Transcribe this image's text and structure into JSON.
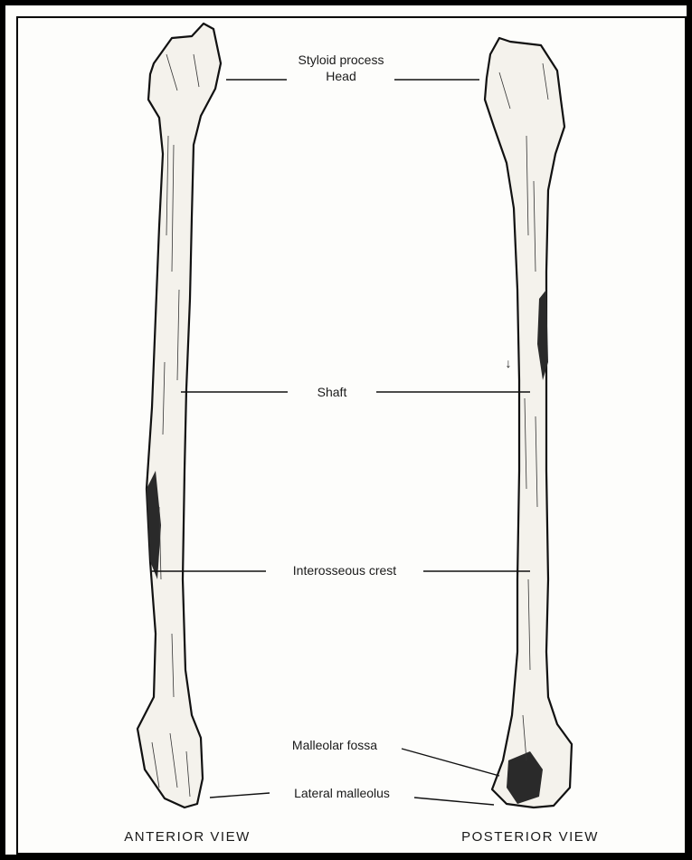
{
  "labels": {
    "styloid_process": "Styloid process",
    "head": "Head",
    "shaft": "Shaft",
    "interosseous_crest": "Interosseous crest",
    "malleolar_fossa": "Malleolar fossa",
    "lateral_malleolus": "Lateral malleolus"
  },
  "views": {
    "anterior": "ANTERIOR VIEW",
    "posterior": "POSTERIOR VIEW"
  },
  "arrow_glyph": "↓"
}
